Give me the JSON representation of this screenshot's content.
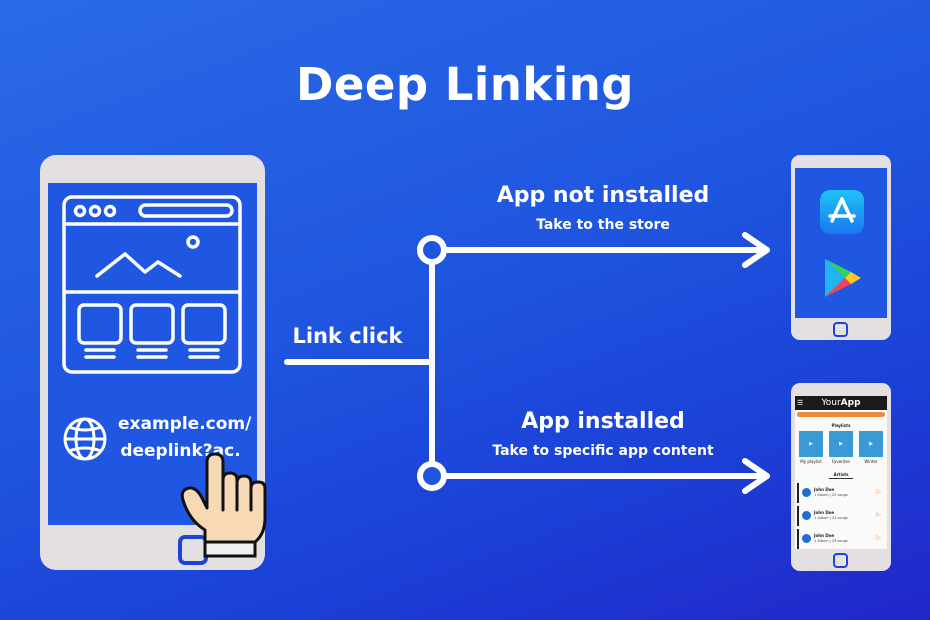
{
  "title": "Deep Linking",
  "link_text": {
    "line1": "example.com/",
    "line2": "deeplink?ac."
  },
  "edge_link_click": "Link click",
  "branch_not_installed": {
    "label": "App not installed",
    "sub": "Take to the store"
  },
  "branch_installed": {
    "label": "App installed",
    "sub": "Take to specific app content"
  },
  "app_screen": {
    "app_name_prefix": "Your",
    "app_name_suffix": "App",
    "playlists_heading": "Playlists",
    "playlists": [
      "My playlist",
      "Favorites",
      "Winter"
    ],
    "artists_heading": "Artists",
    "artists": [
      {
        "name": "John Doe",
        "meta": "1 Album | 23 songs"
      },
      {
        "name": "John Doe",
        "meta": "1 Album | 23 songs"
      },
      {
        "name": "John Doe",
        "meta": "1 Album | 23 songs"
      }
    ]
  },
  "icons": [
    "globe-icon",
    "pointing-hand-icon",
    "app-store-icon",
    "google-play-icon",
    "play-icon"
  ],
  "colors": {
    "background": "#1f56e0",
    "phone": "#e4e0e2",
    "line": "#ffffff",
    "app_header": "#1a1a1a",
    "app_accent": "#f08a3a",
    "tile": "#3a9ad6"
  }
}
